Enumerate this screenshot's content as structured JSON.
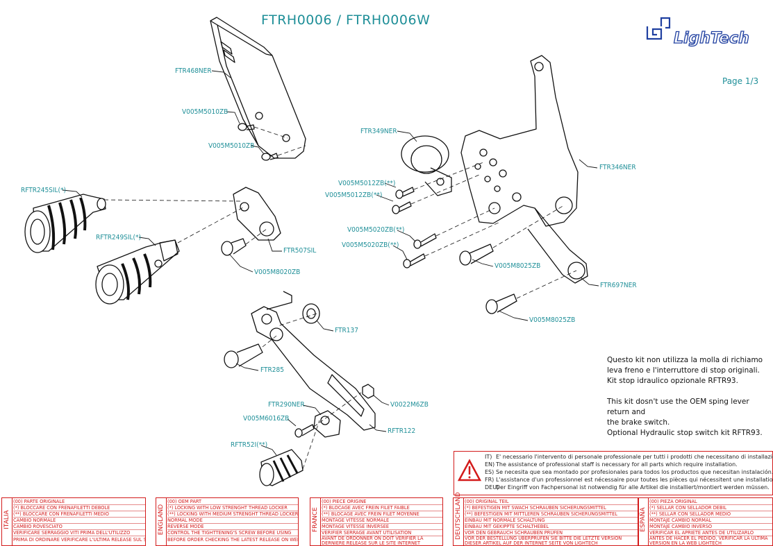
{
  "title": "FTRH0006 / FTRH0006W",
  "page_label": "Page 1/3",
  "logo_text": "LighTech",
  "callouts": [
    {
      "id": "ftr468ner",
      "text": "FTR468NER"
    },
    {
      "id": "v005m5010zb_1",
      "text": "V005M5010ZB"
    },
    {
      "id": "v005m5010zb_2",
      "text": "V005M5010ZB"
    },
    {
      "id": "rftr245sil",
      "text": "RFTR245SIL(*)"
    },
    {
      "id": "rftr249sil",
      "text": "RFTR249SIL(*)"
    },
    {
      "id": "ftr507sil",
      "text": "FTR507SIL"
    },
    {
      "id": "v005m8020zb",
      "text": "V005M8020ZB"
    },
    {
      "id": "ftr349ner",
      "text": "FTR349NER"
    },
    {
      "id": "v005m5012zb_1",
      "text": "V005M5012ZB(**)"
    },
    {
      "id": "v005m5012zb_2",
      "text": "V005M5012ZB(**)"
    },
    {
      "id": "ftr346ner",
      "text": "FTR346NER"
    },
    {
      "id": "v005m5020zb_1",
      "text": "V005M5020ZB(**)"
    },
    {
      "id": "v005m5020zb_2",
      "text": "V005M5020ZB(**)"
    },
    {
      "id": "v005m8025zb_1",
      "text": "V005M8025ZB"
    },
    {
      "id": "ftr697ner",
      "text": "FTR697NER"
    },
    {
      "id": "v005m8025zb_2",
      "text": "V005M8025ZB"
    },
    {
      "id": "ftr137",
      "text": "FTR137"
    },
    {
      "id": "ftr285",
      "text": "FTR285"
    },
    {
      "id": "v0022m6zb",
      "text": "V0022M6ZB"
    },
    {
      "id": "ftr290ner",
      "text": "FTR290NER"
    },
    {
      "id": "v005m6016zb",
      "text": "V005M6016ZB"
    },
    {
      "id": "rftr122",
      "text": "RFTR122"
    },
    {
      "id": "rftr52i",
      "text": "RFTR52I(**)"
    }
  ],
  "notes_it": [
    "Questo kit non utilizza la molla di richiamo",
    "leva freno e l'interruttore di stop originali.",
    "Kit stop idraulico opzionale RFTR93."
  ],
  "notes_en": [
    "This kit dosn't use the OEM sping lever return and",
    "the brake switch.",
    "Optional Hydraulic stop switch kit RFTR93."
  ],
  "warning": [
    {
      "lang": "IT)",
      "text": "E' necessario l'intervento di personale professionale per tutti i prodotti che necessitano di installazione."
    },
    {
      "lang": "EN)",
      "text": "The assistance of professional staff is necessary for all parts which require installation."
    },
    {
      "lang": "ES)",
      "text": "Se necesita que sea montado por profesionales para todos los productos que necesitan instalación."
    },
    {
      "lang": "FR)",
      "text": "L'assistance d'un professionnel est nécessaire pour toutes les pièces qui nécessitent une installation."
    },
    {
      "lang": "DEU)",
      "text": "Der Eingriff von Fachpersonal ist notwendig  für alle Artikel die installiert/montiert werden müssen."
    }
  ],
  "legend_boxes": [
    {
      "country": "ITALIA",
      "rows": [
        "(00) PARTE ORIGINALE",
        "(*)   BLOCCARE CON FRENAFILETTI DEBOLE",
        "(**)  BLOCCARE CON FRENAFILETTI MEDIO",
        "CAMBIO NORMALE",
        "CAMBIO ROVESCIATO",
        "VERIFICARE SERRAGGIO VITI PRIMA DELL'UTILIZZO",
        "PRIMA DI ORDINARE VERIFICARE L'ULTIMA RELEASE SUL SITO"
      ]
    },
    {
      "country": "ENGLAND",
      "rows": [
        "(00) OEM PART",
        "(*)   LOCKING WITH LOW STRENGHT THREAD LOCKER",
        "(**)  LOCKING WITH MEDIUM STRENGHT THREAD LOCKER",
        "NORMAL MODE",
        "REVERSE MODE",
        "CONTROL THE TIGHTTENING'S SCREW BEFORE USING",
        "BEFORE ORDER CHECKING THE LATEST RELEASE ON WEBSITE"
      ]
    },
    {
      "country": "FRANCE",
      "rows": [
        "(00) PIECE ORIGINE",
        "(*)   BLOCAGE AVEC FREIN FILET FAIBLE",
        "(**)  BLOCAGE AVEC FREIN FILET MOYENNE",
        "MONTAGE VITESSE NORMALE",
        "MONTAGE VITESSE INVERSEE",
        "VERIFIER SERRAGE AVANT UTILISATION",
        "AVANT DE ORDONNER ON DOIT VÉRIFIER LA DERNIERE RELEASE SUR LE SITE INTERNET"
      ]
    },
    {
      "country": "DEUTSCHLAND",
      "rows": [
        "(00) ORIGINAL TEIL",
        "(*)   BEFESTIGEN MIT SWACH SCHRAUBEN SICHERUNGSMITTEL",
        "(**)  BEFESTIGEN MIT MITTLEREN SCHRAUBEN SICHERUNGSMITTEL",
        "EINBAU MIT NORMALE SCHALTUNG",
        "EINBAU MIT GEKIPPTE SCHALTHEBEL",
        "VOR DEN GEBRAUCH SCHRAUBEN PRÜFEN",
        "VOR DER BESTELLUNG ÜBERPRÜFEN SIE BITTE DIE LETZTE VERSION DIESER ARTIKEL AUF DER INTERNET SEITE VON LIGHTECH"
      ]
    },
    {
      "country": "ESPAÑA",
      "rows": [
        "(00) PIEZA ORIGINAL",
        "(*)   SELLAR CON SELLADOR DEBIL",
        "(**)  SELLAR CON SELLADOR MEDIO",
        "MONTAJE  CAMBIO NORMAL",
        "MONTAJE  CAMBIO INVERSO",
        "VERIFICAR EL APRIETE ANTES DE UTILIZARLO",
        "ANTES DE HACER EL PEDIDO, VERIFICAR LA ULTIMA VERSION EN LA WEB LIGHTECH"
      ]
    }
  ]
}
